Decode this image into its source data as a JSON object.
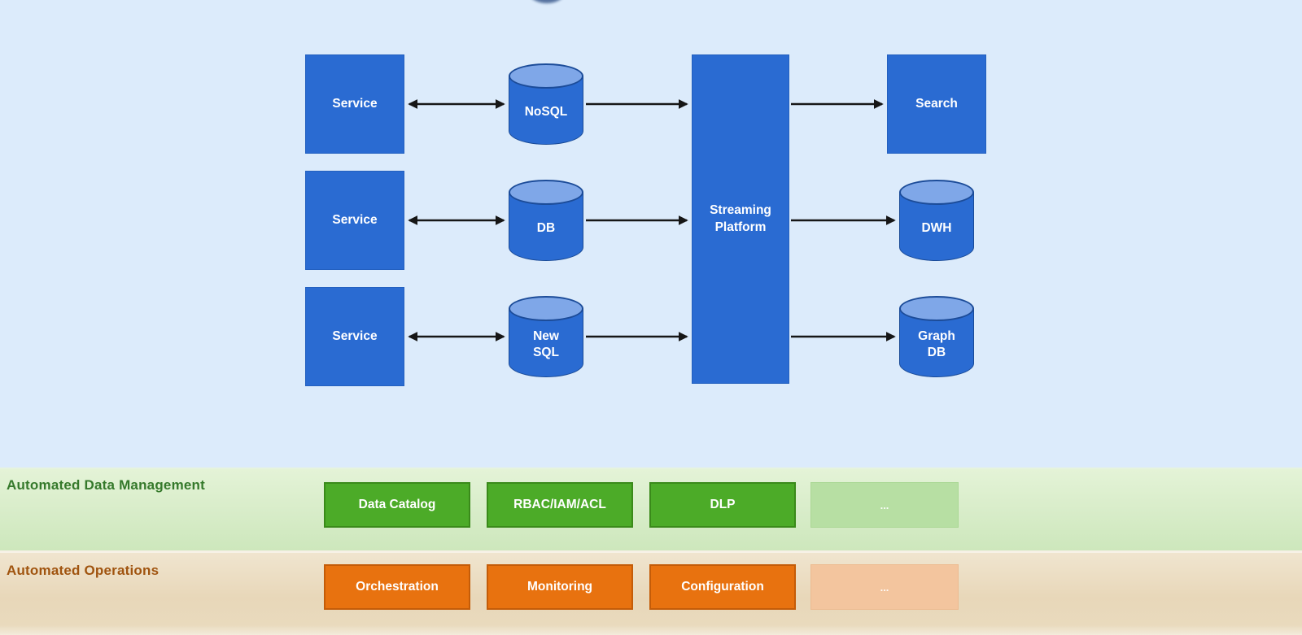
{
  "diagram": {
    "services": [
      {
        "label": "Service"
      },
      {
        "label": "Service"
      },
      {
        "label": "Service"
      }
    ],
    "stores": [
      {
        "label": "NoSQL"
      },
      {
        "label": "DB"
      },
      {
        "label": "New SQL"
      }
    ],
    "hub": {
      "label": "Streaming Platform"
    },
    "sinks": [
      {
        "label": "Search",
        "shape": "box"
      },
      {
        "label": "DWH",
        "shape": "cylinder"
      },
      {
        "label": "Graph DB",
        "shape": "cylinder"
      }
    ]
  },
  "management_band": {
    "title": "Automated Data Management",
    "buttons": [
      {
        "label": "Data Catalog"
      },
      {
        "label": "RBAC/IAM/ACL"
      },
      {
        "label": "DLP"
      },
      {
        "label": "...",
        "muted": true
      }
    ]
  },
  "operations_band": {
    "title": "Automated Operations",
    "buttons": [
      {
        "label": "Orchestration"
      },
      {
        "label": "Monitoring"
      },
      {
        "label": "Configuration"
      },
      {
        "label": "...",
        "muted": true
      }
    ]
  },
  "colors": {
    "background": "#dcebfb",
    "node_blue": "#2a6bd2",
    "cylinder_top": "#7fa7e8",
    "arrow": "#161616",
    "green_band": "#d9eeca",
    "green_button": "#4cab28",
    "green_muted_button": "#b7dfa3",
    "green_title": "#35792b",
    "orange_band": "#ecdcc2",
    "orange_button": "#e8720f",
    "orange_muted_button": "#f3c59e",
    "orange_title": "#a0540f"
  }
}
